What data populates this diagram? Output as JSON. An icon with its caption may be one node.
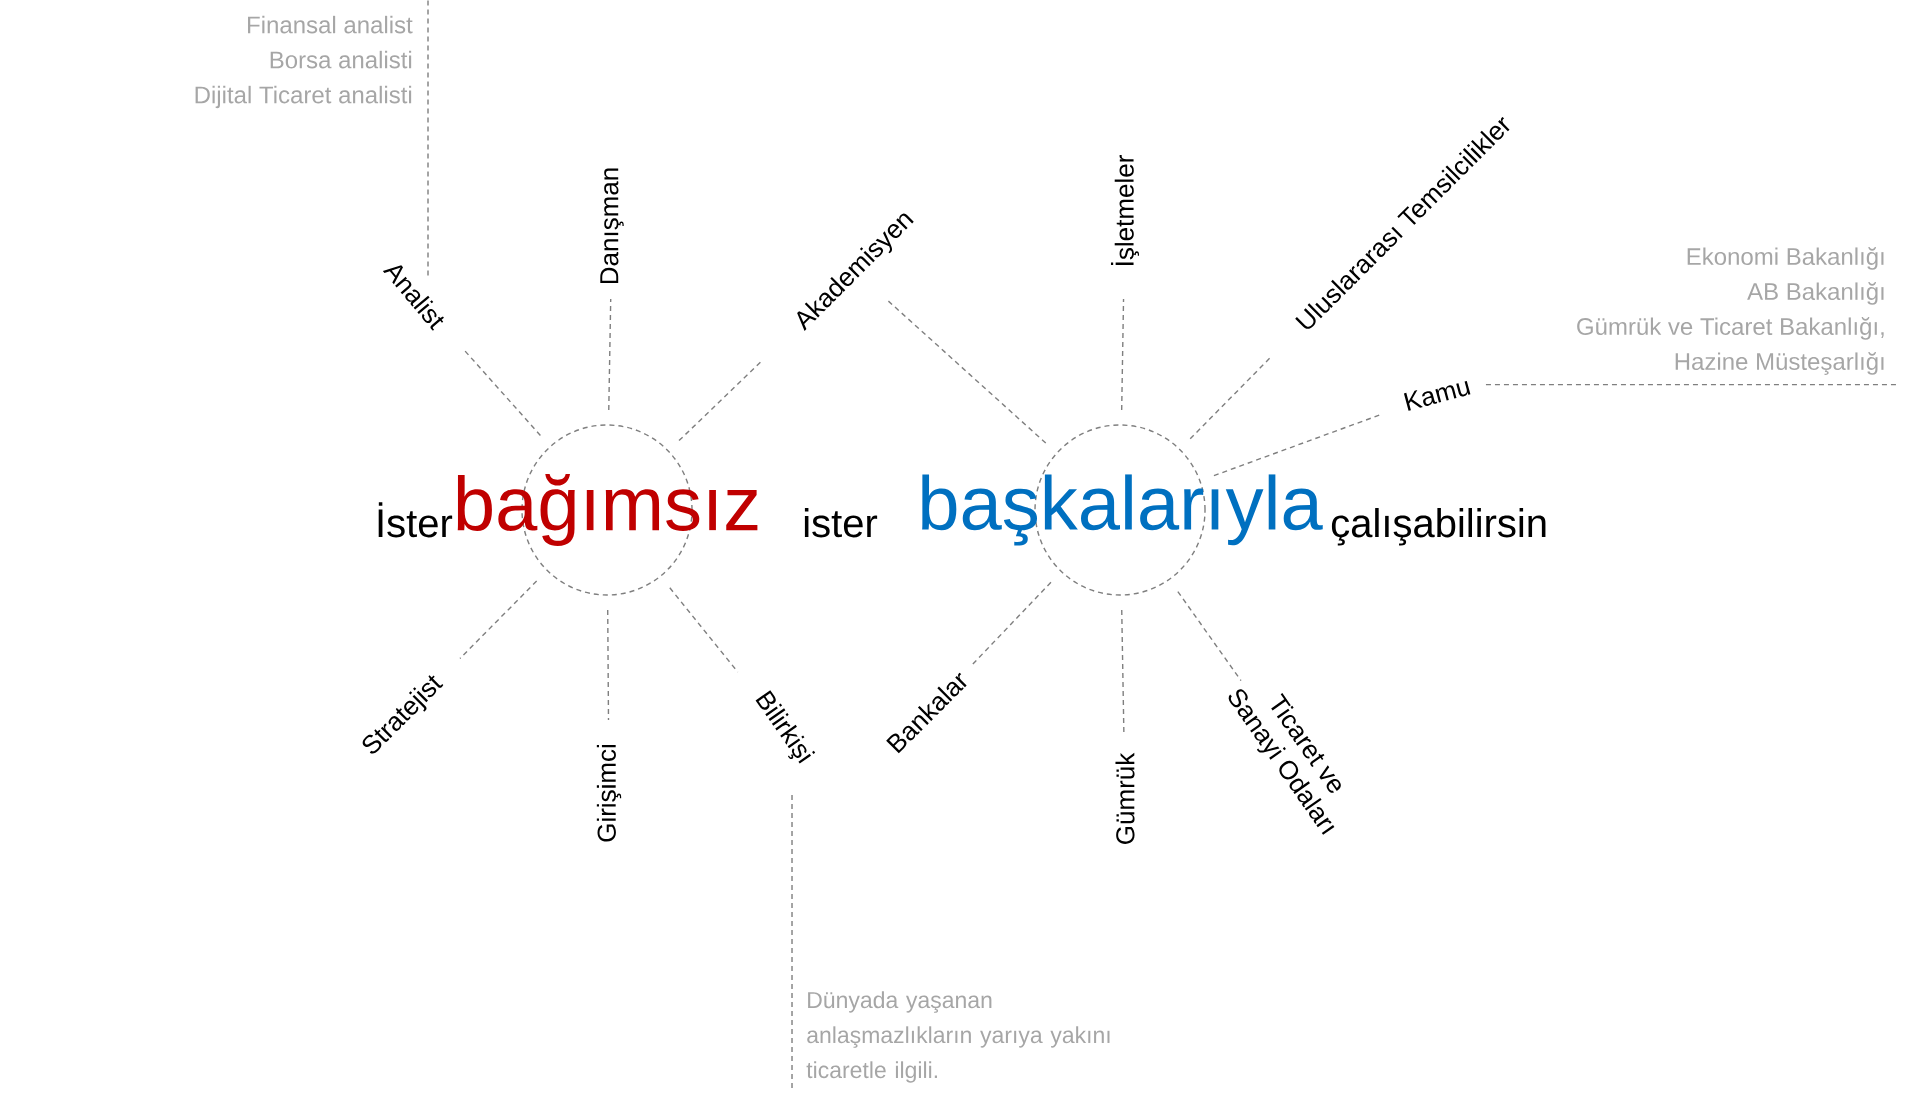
{
  "diagram": {
    "nodes": [
      {
        "text": [
          "bağımsız"
        ]
      },
      {
        "text": [
          "başkalarıyla"
        ]
      },
      {
        "text": [
          "Analist"
        ]
      },
      {
        "text": [
          "Danışman"
        ]
      },
      {
        "text": [
          "Akademisyen"
        ]
      },
      {
        "text": [
          "Stratejist"
        ]
      },
      {
        "text": [
          "Girişimci"
        ]
      },
      {
        "text": [
          "Bilirkişi"
        ]
      },
      {
        "text": [
          "İşletmeler"
        ]
      },
      {
        "text": [
          "Uluslararası Temsilcilikler"
        ]
      },
      {
        "text": [
          "Kamu"
        ]
      },
      {
        "text": [
          "Bankalar"
        ]
      },
      {
        "text": [
          "Gümrük"
        ]
      },
      {
        "text": [
          "Ticaret ve",
          "Sanayi Odaları"
        ]
      },
      {
        "text": [
          "Finansal analist",
          "Borsa analisti",
          "Dijital Ticaret analisti"
        ]
      },
      {
        "text": [
          "Ekonomi Bakanlığı",
          "AB Bakanlığı",
          "Gümrük ve Ticaret Bakanlığı,",
          "Hazine Müsteşarlığı"
        ]
      },
      {
        "text": [
          "Dünyada yaşanan anlaşmazlıkların yarıya yakını ticaretle ilgili."
        ]
      }
    ],
    "edges": [
      {
        "from": 0,
        "to": 2,
        "arrow": "none",
        "style": "dashed"
      },
      {
        "from": 0,
        "to": 3,
        "arrow": "none",
        "style": "dashed"
      },
      {
        "from": 0,
        "to": 4,
        "arrow": "none",
        "style": "dashed"
      },
      {
        "from": 0,
        "to": 5,
        "arrow": "none",
        "style": "dashed"
      },
      {
        "from": 0,
        "to": 6,
        "arrow": "none",
        "style": "dashed"
      },
      {
        "from": 0,
        "to": 7,
        "arrow": "none",
        "style": "dashed"
      },
      {
        "from": 1,
        "to": 4,
        "arrow": "none",
        "style": "dashed"
      },
      {
        "from": 1,
        "to": 8,
        "arrow": "none",
        "style": "dashed"
      },
      {
        "from": 1,
        "to": 9,
        "arrow": "none",
        "style": "dashed"
      },
      {
        "from": 1,
        "to": 10,
        "arrow": "none",
        "style": "dashed"
      },
      {
        "from": 1,
        "to": 11,
        "arrow": "none",
        "style": "dashed"
      },
      {
        "from": 1,
        "to": 12,
        "arrow": "none",
        "style": "dashed"
      },
      {
        "from": 1,
        "to": 13,
        "arrow": "none",
        "style": "dashed"
      },
      {
        "from": 2,
        "to": 14,
        "arrow": "none",
        "style": "dashed"
      },
      {
        "from": 10,
        "to": 15,
        "arrow": "none",
        "style": "dashed"
      },
      {
        "from": 7,
        "to": 16,
        "arrow": "none",
        "style": "dashed"
      }
    ],
    "labels": [
      "İster",
      "ister",
      "çalışabilirsin"
    ]
  }
}
